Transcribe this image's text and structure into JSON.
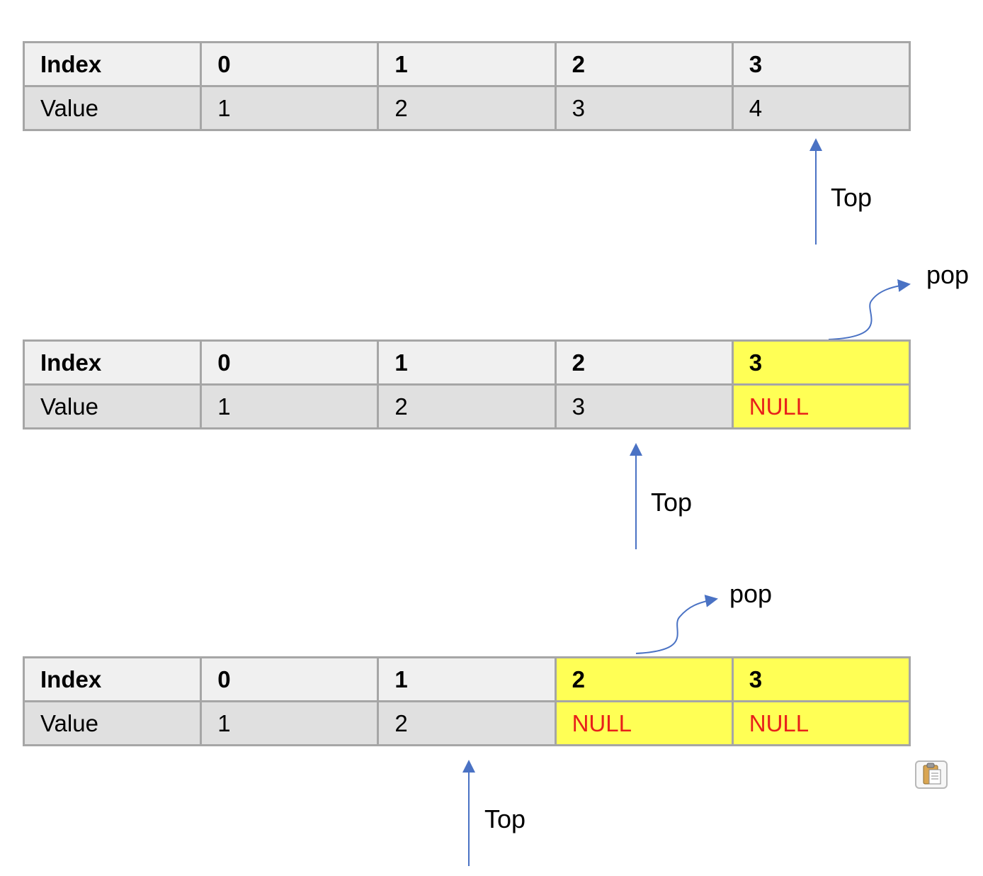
{
  "accent_color": "#4a72c4",
  "highlight_color": "#ffff55",
  "null_color": "#e8201a",
  "header_label": "Index",
  "value_label": "Value",
  "indices": [
    "0",
    "1",
    "2",
    "3"
  ],
  "states": [
    {
      "values": [
        "1",
        "2",
        "3",
        "4"
      ],
      "popped": [
        false,
        false,
        false,
        false
      ],
      "top_label": "Top"
    },
    {
      "values": [
        "1",
        "2",
        "3",
        "NULL"
      ],
      "popped": [
        false,
        false,
        false,
        true
      ],
      "top_label": "Top",
      "pop_label": "pop"
    },
    {
      "values": [
        "1",
        "2",
        "NULL",
        "NULL"
      ],
      "popped": [
        false,
        false,
        true,
        true
      ],
      "top_label": "Top",
      "pop_label": "pop"
    }
  ],
  "icons": {
    "clipboard": "clipboard-icon"
  }
}
